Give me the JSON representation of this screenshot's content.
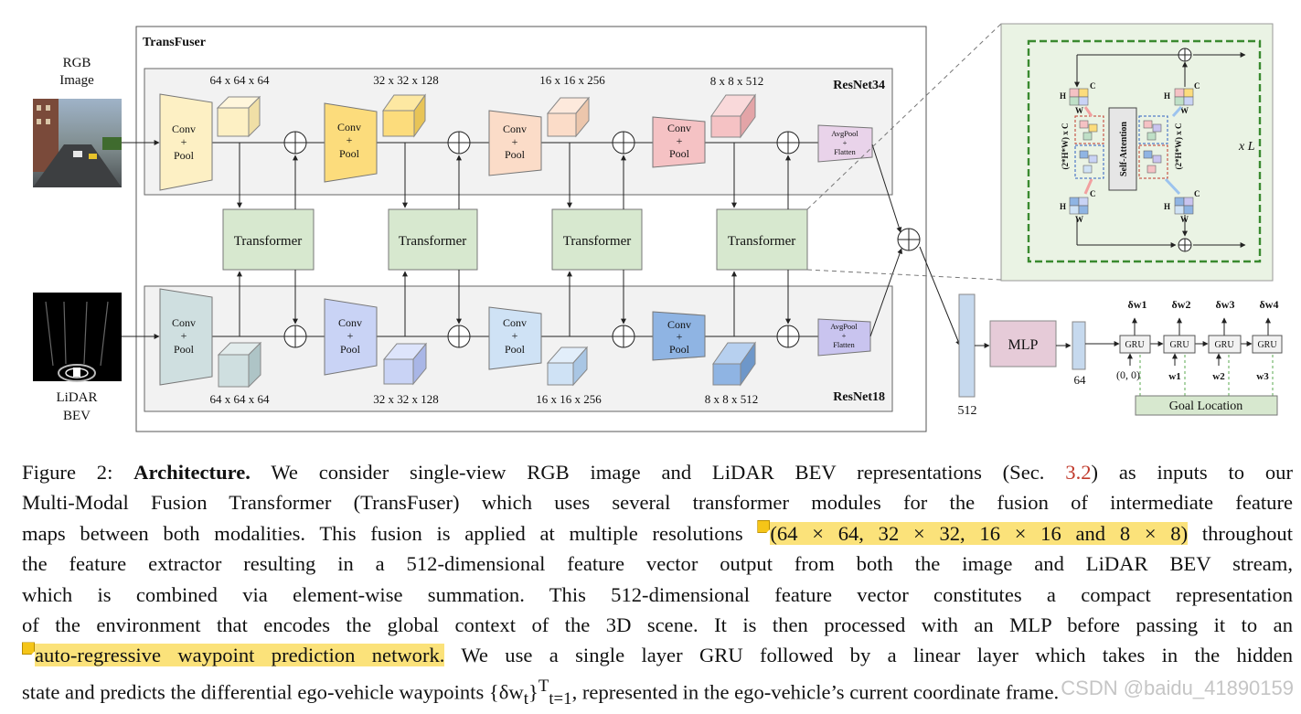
{
  "diagram": {
    "transfuser_label": "TransFuser",
    "rgb_label": [
      "RGB",
      "Image"
    ],
    "lidar_label": [
      "LiDAR",
      "BEV"
    ],
    "resnet34": "ResNet34",
    "resnet18": "ResNet18",
    "top_dims": [
      "64 x 64 x 64",
      "32 x 32 x 128",
      "16 x 16 x 256",
      "8 x 8 x 512"
    ],
    "bottom_dims": [
      "64 x 64 x 64",
      "32 x 32 x 128",
      "16 x 16 x 256",
      "8 x 8 x 512"
    ],
    "conv": [
      "Conv",
      "+",
      "Pool"
    ],
    "avgpool": [
      "AvgPool",
      "+",
      "Flatten"
    ],
    "transformer": "Transformer",
    "self_attention": "Self-Attention",
    "repeat": "x L",
    "hw_label": "(2*H*W) x C",
    "h": "H",
    "w": "W",
    "c": "C",
    "vec512": "512",
    "mlp": "MLP",
    "vec64": "64",
    "gru": "GRU",
    "deltas": [
      "δw1",
      "δw2",
      "δw3",
      "δw4"
    ],
    "inputs": [
      "(0, 0)",
      "w1",
      "w2",
      "w3"
    ],
    "goal": "Goal Location",
    "colors": {
      "stage1": "#fdf0c4",
      "stage2": "#fcdc7c",
      "stage3": "#fbdcc8",
      "stage4": "#f5c2c4",
      "lidar1": "#cfdfe0",
      "lidar2": "#c9d3f5",
      "lidar3": "#cfe2f5",
      "lidar4": "#8fb4e3",
      "transformer": "#d7e8cf",
      "mlp": "#e6cbd8",
      "vec": "#c6d9ee",
      "avg_top": "#e9d3ea",
      "avg_bottom": "#c9c4ef",
      "highlight": "#fbe27a"
    }
  },
  "caption": {
    "lines": [
      [
        "Figure 2: ",
        "Architecture.",
        " We consider single-view RGB image and LiDAR BEV representations (Sec. ",
        "3.2",
        ") as inputs to our"
      ],
      [
        "Multi-Modal Fusion Transformer (TransFuser) which uses several transformer modules for the fusion of intermediate feature"
      ],
      [
        "maps between both modalities. This fusion is applied at multiple resolutions ",
        "(64 × 64, 32 × 32, 16 × 16 and 8 × 8)",
        " throughout"
      ],
      [
        "the feature extractor resulting in a 512-dimensional feature vector output from both the image and LiDAR BEV stream,"
      ],
      [
        "which is combined via element-wise summation. This 512-dimensional feature vector constitutes a compact representation"
      ],
      [
        "of the environment that encodes the global context of the 3D scene. It is then processed with an MLP before passing it to an"
      ],
      [
        "auto-regressive waypoint prediction network.",
        " We use a single layer GRU followed by a linear layer which takes in the hidden"
      ],
      [
        "state and predicts the differential ego-vehicle waypoints {δw",
        "t",
        "}",
        "T",
        "t=1",
        ", represented in the ego-vehicle’s current coordinate frame."
      ]
    ]
  },
  "watermark": "CSDN @baidu_41890159"
}
